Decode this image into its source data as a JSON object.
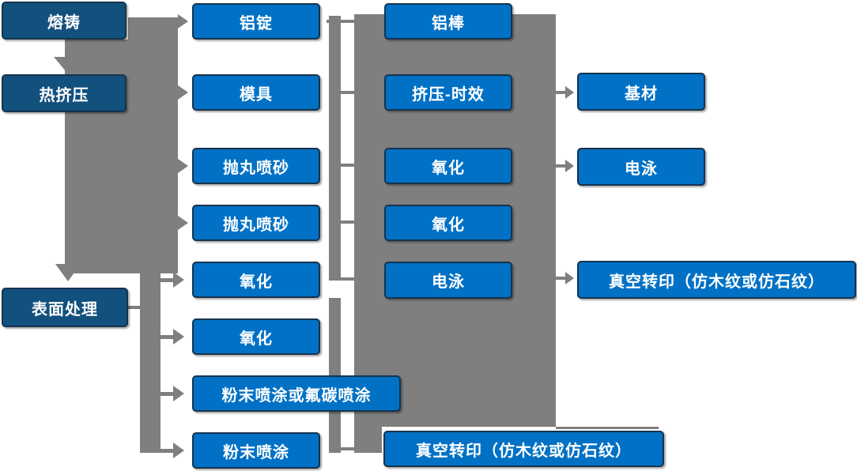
{
  "stages": [
    "熔铸",
    "热挤压",
    "表面处理"
  ],
  "process_nodes": [
    "铝锭",
    "模具",
    "抛丸喷砂",
    "抛丸喷砂",
    "氧化",
    "氧化",
    "粉末喷涂或氟碳喷涂",
    "粉末喷涂"
  ],
  "line_nodes": [
    "铝棒",
    "挤压-时效",
    "氧化",
    "氧化",
    "电泳",
    "真空转印（仿木纹或仿石纹）"
  ],
  "product_nodes": [
    "基材",
    "电泳",
    "真空转印（仿木纹或仿石纹）"
  ],
  "colors": {
    "stage_fill": "#12507d",
    "node_fill": "#0071c5",
    "connector": "#7f7f7f",
    "border": "#16334f",
    "text": "#ffffff"
  }
}
